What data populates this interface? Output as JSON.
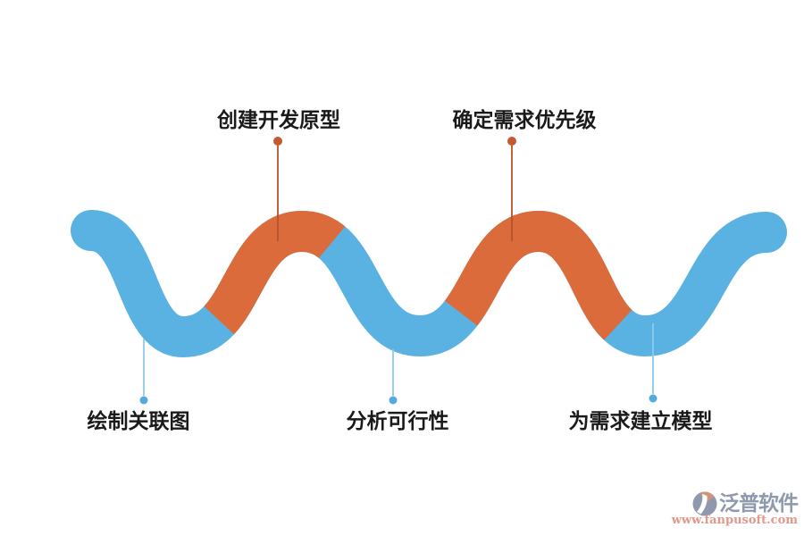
{
  "diagram": {
    "steps": [
      {
        "label": "绘制关联图",
        "position": "bottom"
      },
      {
        "label": "创建开发原型",
        "position": "top"
      },
      {
        "label": "分析可行性",
        "position": "bottom"
      },
      {
        "label": "确定需求优先级",
        "position": "top"
      },
      {
        "label": "为需求建立模型",
        "position": "bottom"
      }
    ]
  },
  "colors": {
    "wave_blue": "#5AB2E3",
    "wave_orange": "#DC6B3B",
    "top_connector_line": "#B5532C",
    "top_connector_dot": "#C4582E",
    "bottom_connector_line": "#8ECAEC",
    "bottom_connector_dot": "#55AADD",
    "label_text": "#1A1A1A",
    "logo_gray": "#8E99AD",
    "logo_wedge": "#CE9579",
    "logo_url": "#E2988A",
    "background": "#FFFFFF"
  },
  "watermark": {
    "name": "泛普软件",
    "url": "www.fanpusoft.com"
  }
}
